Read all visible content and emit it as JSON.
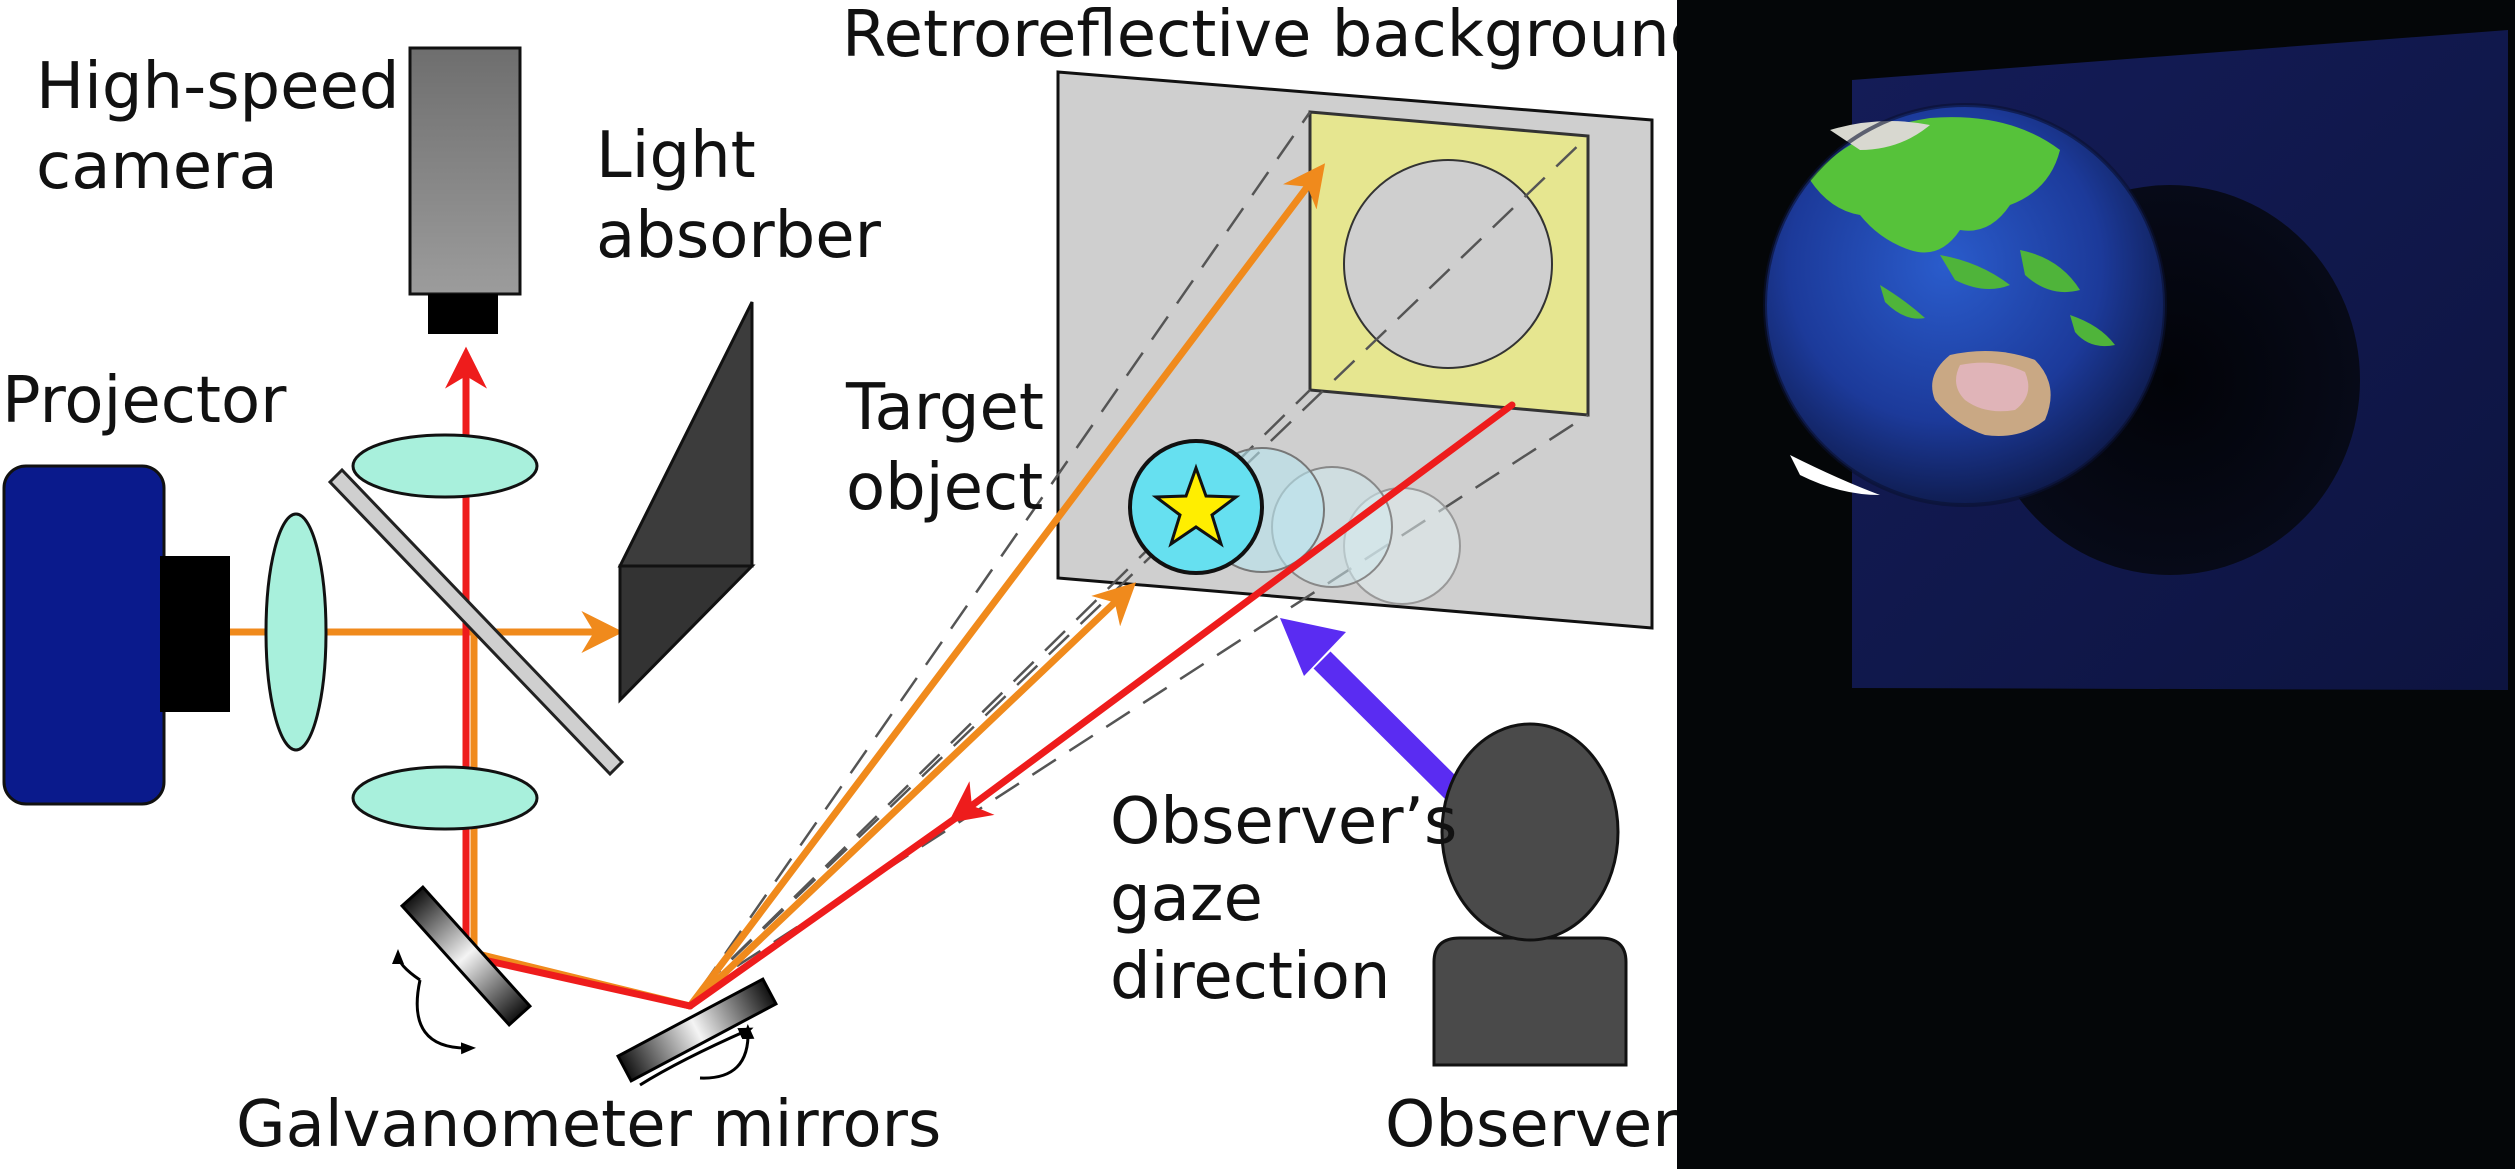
{
  "labels": {
    "high_speed_camera_line1": "High-speed",
    "high_speed_camera_line2": "camera",
    "light_absorber_line1": "Light",
    "light_absorber_line2": "absorber",
    "projector": "Projector",
    "retroreflective_background": "Retroreflective background",
    "target_object_line1": "Target",
    "target_object_line2": "object",
    "gaze_line1": "Observer’s",
    "gaze_line2": "gaze",
    "gaze_line3": "direction",
    "observer": "Observer",
    "galvanometer_mirrors": "Galvanometer mirrors"
  },
  "colors": {
    "projected_light": "#f08a1c",
    "captured_light": "#ee1c1c",
    "gaze_arrow": "#5a2cf2",
    "lens": "#a8f0dc",
    "projector_body": "#0a1a8c",
    "target_object": "#66e0f0",
    "star": "#ffee00",
    "background_panel": "#cfcfcf",
    "screen_square": "#e6e690",
    "photo_background": "#040608",
    "photo_screen": "#10184a"
  },
  "photo": {
    "content": "photograph of a projected Earth globe (Australia / Southeast Asia view) on a retroreflective screen"
  }
}
